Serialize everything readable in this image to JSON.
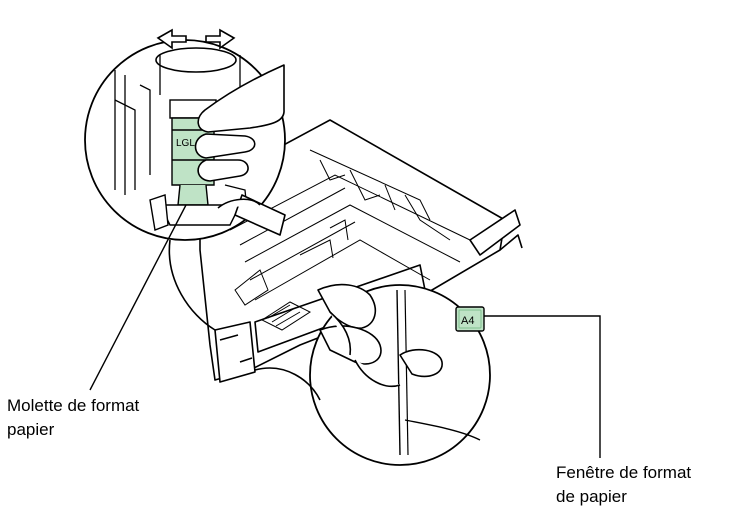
{
  "callouts": {
    "paper_size_dial": {
      "line1": "Molette de format",
      "line2": "papier"
    },
    "paper_size_window": {
      "line1": "Fenêtre de format",
      "line2": "de papier"
    }
  },
  "dial_label": "LGL",
  "window_label": "A4",
  "colors": {
    "line": "#000000",
    "highlight_green": "#bfe3c6",
    "highlight_green_dark": "#7fbf8e",
    "background": "#ffffff"
  },
  "icons": {
    "rotate_arrows": "rotate-arrows-icon"
  }
}
